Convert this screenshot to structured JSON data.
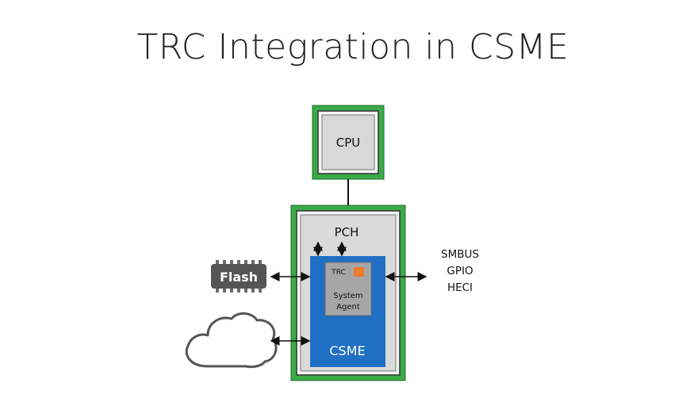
{
  "title": "TRC Integration in CSME",
  "diagram": {
    "cpu_label": "CPU",
    "pch_label": "PCH",
    "trc_label": "TRC",
    "system_agent_line1": "System",
    "system_agent_line2": "Agent",
    "csme_label": "CSME",
    "flash_label": "Flash",
    "interfaces": [
      "SMBUS",
      "GPIO",
      "HECI"
    ]
  },
  "colors": {
    "green_border": "#3aab48",
    "csme_blue": "#1f6fc4",
    "trc_orange": "#ed7d31",
    "chip_dark": "#555555"
  }
}
